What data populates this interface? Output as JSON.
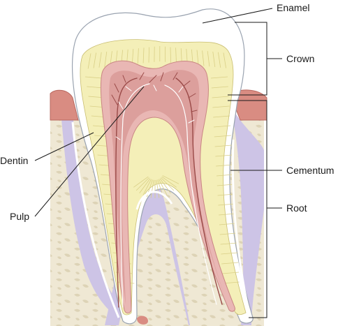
{
  "labels": {
    "enamel": "Enamel",
    "crown": "Crown",
    "dentin": "Dentin",
    "cementum": "Cementum",
    "pulp": "Pulp",
    "root": "Root"
  },
  "colors": {
    "enamel": "#ffffff",
    "dentin": "#f4efb8",
    "dentin_lines": "#d9cf86",
    "pulp": "#e9b7b4",
    "pulp_inner": "#d99391",
    "vessels": "#9a4a48",
    "gum": "#d98c82",
    "ligament": "#cdc4e6",
    "bone": "#eee7d2",
    "bone_dark": "#d8cfb3",
    "line": "#1a1a1a"
  }
}
